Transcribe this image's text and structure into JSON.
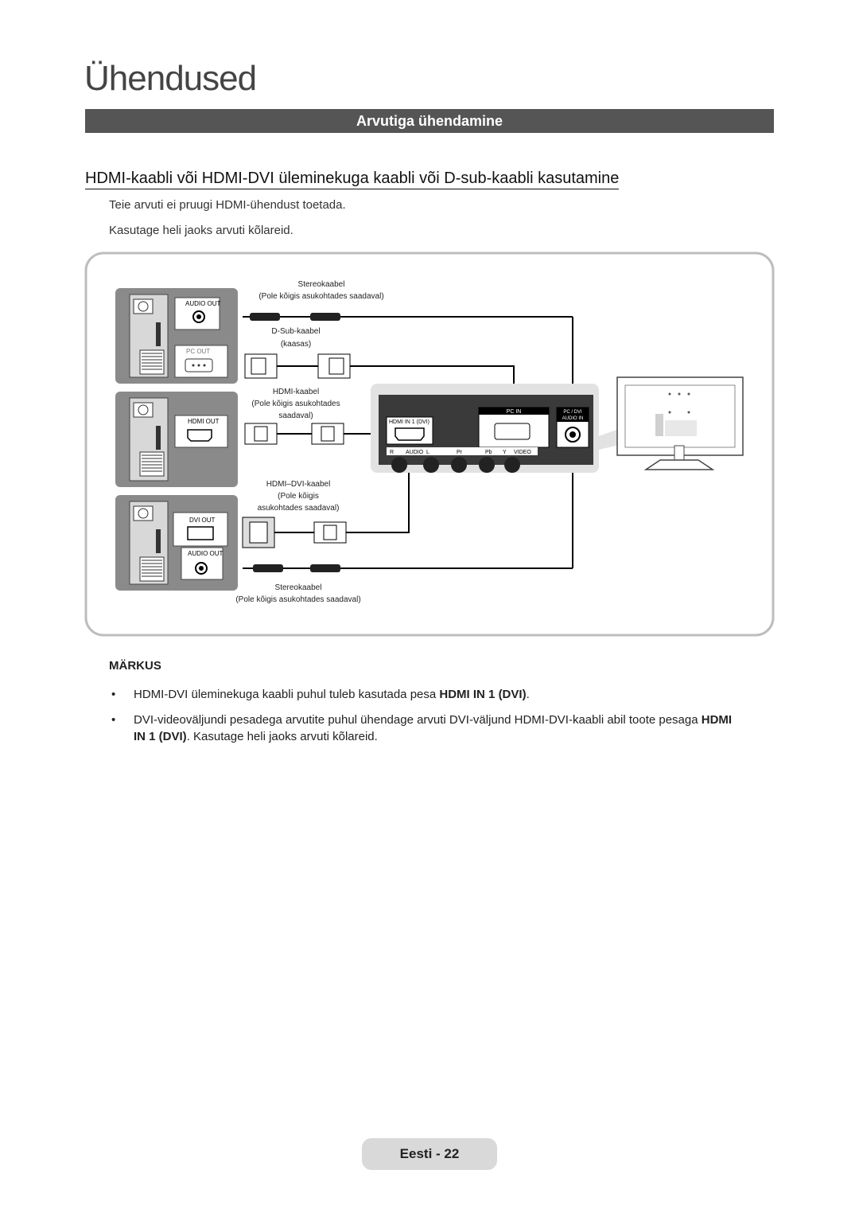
{
  "header": {
    "chapter_title": "Ühendused"
  },
  "section": {
    "title": "Arvutiga ühendamine"
  },
  "subsection": {
    "title": "HDMI-kaabli või HDMI-DVI üleminekuga kaabli või D-sub-kaabli kasutamine"
  },
  "intro": [
    "Teie arvuti ei pruugi HDMI-ühendust toetada.",
    "Kasutage heli jaoks arvuti kõlareid."
  ],
  "diagram": {
    "pc_ports": {
      "audio_out_1": "AUDIO OUT",
      "pc_out": "PC OUT",
      "hdmi_out": "HDMI OUT",
      "dvi_out": "DVI OUT",
      "audio_out_2": "AUDIO OUT"
    },
    "cables": {
      "stereo_top": [
        "Stereokaabel",
        "(Pole kõigis asukohtades saadaval)"
      ],
      "dsub": [
        "D-Sub-kaabel",
        "(kaasas)"
      ],
      "hdmi": [
        "HDMI-kaabel",
        "(Pole kõigis asukohtades",
        "saadaval)"
      ],
      "hdmi_dvi": [
        "HDMI–DVI-kaabel",
        "(Pole kõigis",
        "asukohtades saadaval)"
      ],
      "stereo_bottom": [
        "Stereokaabel",
        "(Pole kõigis asukohtades saadaval)"
      ]
    },
    "tv_panel": {
      "hdmi_in": "HDMI IN 1 (DVI)",
      "pc_in": "PC IN",
      "pc_dvi_audio_in": [
        "PC / DVI",
        "AUDIO IN"
      ],
      "bottom_labels": {
        "r": "R",
        "audio": "AUDIO",
        "l": "L",
        "pr": "Pr",
        "pb": "Pb",
        "y": "Y",
        "video": "VIDEO"
      }
    },
    "colors": {
      "pc_box": "#8a8a8a",
      "tv_panel": "#3a3a3a",
      "label_bg": "#ffffff",
      "line": "#000000"
    }
  },
  "notes": {
    "heading": "MÄRKUS",
    "items": [
      {
        "before": "HDMI-DVI üleminekuga kaabli puhul tuleb kasutada pesa ",
        "bold": "HDMI IN 1 (DVI)",
        "after": "."
      },
      {
        "before": "DVI-videoväljundi pesadega arvutite puhul ühendage arvuti DVI-väljund HDMI-DVI-kaabli abil toote pesaga ",
        "bold": "HDMI IN 1 (DVI)",
        "after": ". Kasutage heli jaoks arvuti kõlareid."
      }
    ]
  },
  "footer": {
    "page_label": "Eesti - 22"
  }
}
